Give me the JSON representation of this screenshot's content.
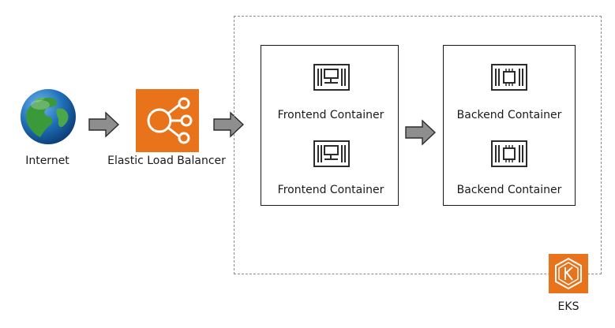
{
  "nodes": {
    "internet": {
      "label": "Internet"
    },
    "elb": {
      "label": "Elastic Load Balancer"
    },
    "frontend_top": {
      "label": "Frontend Container"
    },
    "frontend_bottom": {
      "label": "Frontend Container"
    },
    "backend_top": {
      "label": "Backend Container"
    },
    "backend_bottom": {
      "label": "Backend Container"
    },
    "eks": {
      "label": "EKS"
    }
  },
  "colors": {
    "aws_orange": "#e8731a",
    "arrow_fill": "#8e8e8e",
    "cluster_border": "#8c8c8c",
    "globe_ocean": "#1f6fb8",
    "globe_land": "#3a9a3a"
  },
  "icons": {
    "internet": "globe-icon",
    "elb": "elastic-load-balancer-icon",
    "frontend": "container-icon",
    "backend": "container-chip-icon",
    "eks": "eks-icon"
  }
}
